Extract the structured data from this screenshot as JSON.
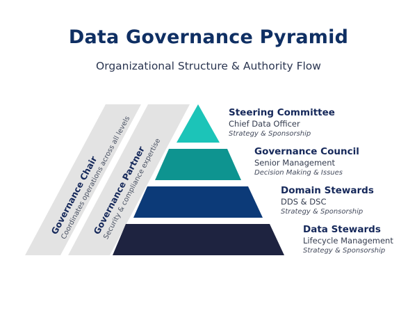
{
  "header": {
    "title": "Data Governance Pyramid",
    "subtitle": "Organizational Structure & Authority Flow"
  },
  "colors": {
    "title": "#0f2f63",
    "tier1": "#1cc4b8",
    "tier2": "#0e9490",
    "tier3": "#0c3a78",
    "tier4": "#1e2340",
    "band": "#e3e3e3"
  },
  "tiers": [
    {
      "title": "Steering Committee",
      "role": "Chief Data Officer",
      "focus": "Strategy & Sponsorship"
    },
    {
      "title": "Governance Council",
      "role": "Senior Management",
      "focus": "Decision Making & Issues"
    },
    {
      "title": "Domain Stewards",
      "role": "DDS & DSC",
      "focus": "Strategy & Sponsorship"
    },
    {
      "title": "Data Stewards",
      "role": "Lifecycle Management",
      "focus": "Strategy & Sponsorship"
    }
  ],
  "bands": [
    {
      "title": "Governance Chair",
      "description": "Coordinates operations across all levels"
    },
    {
      "title": "Governance Partner",
      "description": "Security & compliance expertise"
    }
  ]
}
